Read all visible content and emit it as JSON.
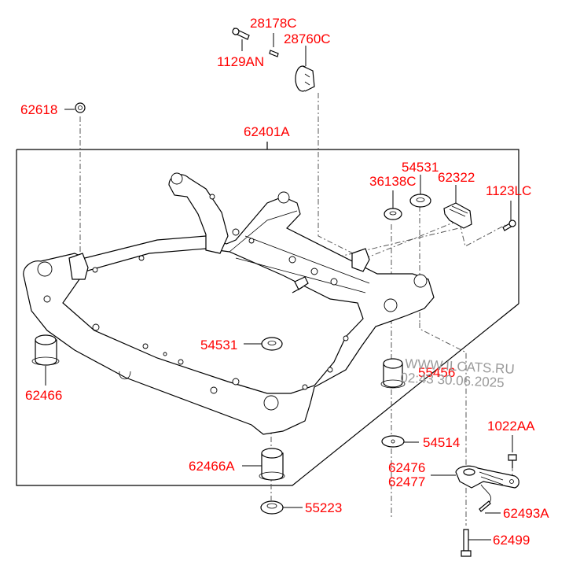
{
  "diagram": {
    "title": "Front Crossmember / Sub-frame assembly",
    "labels": {
      "p28178C": "28178C",
      "p28760C": "28760C",
      "p1129AN": "1129AN",
      "p62618": "62618",
      "p62401A": "62401A",
      "p54531_top": "54531",
      "p36138C": "36138C",
      "p62322": "62322",
      "p1123LC": "1123LC",
      "p54531_mid": "54531",
      "p62466": "62466",
      "p55456": "55456",
      "p62466A": "62466A",
      "p54514": "54514",
      "p1022AA": "1022AA",
      "p62476": "62476",
      "p62477": "62477",
      "p62493A": "62493A",
      "p55223": "55223",
      "p62499": "62499"
    },
    "watermark": {
      "line1": "WWW.ILCATS.RU",
      "line2": "02:43 30.06.2025"
    },
    "colors": {
      "label": "#ff0000",
      "lines": "#000000",
      "watermark": "#9a9a9a"
    }
  }
}
